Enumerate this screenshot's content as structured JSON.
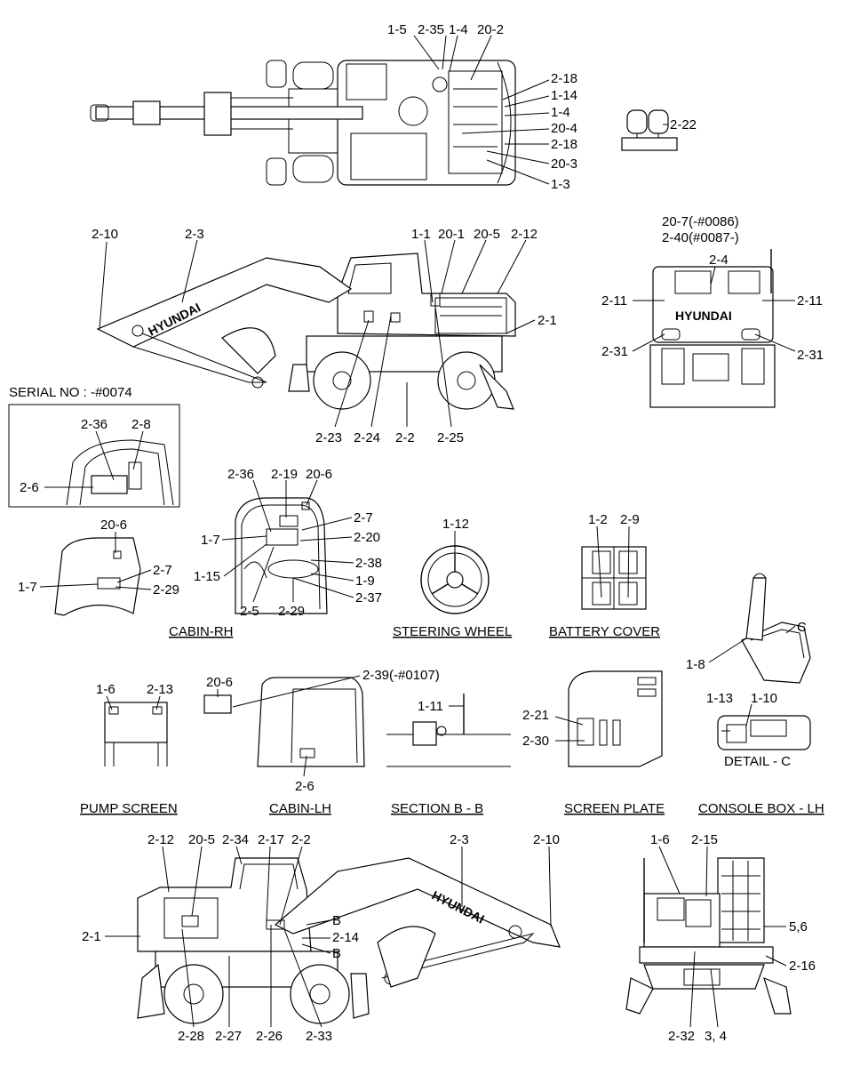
{
  "serial_box": {
    "title": "SERIAL NO : -#0074"
  },
  "captions": {
    "cabin_rh": "CABIN-RH",
    "steering_wheel": "STEERING WHEEL",
    "battery_cover": "BATTERY COVER",
    "pump_screen": "PUMP SCREEN",
    "cabin_lh": "CABIN-LH",
    "section_bb": "SECTION B - B",
    "screen_plate": "SCREEN PLATE",
    "console_box_lh": "CONSOLE BOX - LH",
    "detail_c": "DETAIL - C"
  },
  "brand": "HYUNDAI",
  "callouts": [
    {
      "id": "top-1-5",
      "text": "1-5"
    },
    {
      "id": "top-2-35",
      "text": "2-35"
    },
    {
      "id": "top-1-4a",
      "text": "1-4"
    },
    {
      "id": "top-20-2",
      "text": "20-2"
    },
    {
      "id": "top-2-18a",
      "text": "2-18"
    },
    {
      "id": "top-1-14",
      "text": "1-14"
    },
    {
      "id": "top-1-4b",
      "text": "1-4"
    },
    {
      "id": "top-20-4",
      "text": "20-4"
    },
    {
      "id": "top-2-18b",
      "text": "2-18"
    },
    {
      "id": "top-20-3",
      "text": "20-3"
    },
    {
      "id": "top-1-3",
      "text": "1-3"
    },
    {
      "id": "top-2-22",
      "text": "2-22"
    },
    {
      "id": "side-2-10",
      "text": "2-10"
    },
    {
      "id": "side-2-3",
      "text": "2-3"
    },
    {
      "id": "side-1-1",
      "text": "1-1"
    },
    {
      "id": "side-20-1",
      "text": "20-1"
    },
    {
      "id": "side-20-5",
      "text": "20-5"
    },
    {
      "id": "side-2-12",
      "text": "2-12"
    },
    {
      "id": "side-2-1",
      "text": "2-1"
    },
    {
      "id": "side-2-23",
      "text": "2-23"
    },
    {
      "id": "side-2-24",
      "text": "2-24"
    },
    {
      "id": "side-2-2",
      "text": "2-2"
    },
    {
      "id": "side-2-25",
      "text": "2-25"
    },
    {
      "id": "rear-20-7",
      "text": "20-7(-#0086)"
    },
    {
      "id": "rear-2-40",
      "text": "2-40(#0087-)"
    },
    {
      "id": "rear-2-4",
      "text": "2-4"
    },
    {
      "id": "rear-2-11a",
      "text": "2-11"
    },
    {
      "id": "rear-2-11b",
      "text": "2-11"
    },
    {
      "id": "rear-2-31a",
      "text": "2-31"
    },
    {
      "id": "rear-2-31b",
      "text": "2-31"
    },
    {
      "id": "ser-2-36",
      "text": "2-36"
    },
    {
      "id": "ser-2-8",
      "text": "2-8"
    },
    {
      "id": "ser-2-6",
      "text": "2-6"
    },
    {
      "id": "crh-20-6",
      "text": "20-6"
    },
    {
      "id": "crh-2-7",
      "text": "2-7"
    },
    {
      "id": "crh-1-7",
      "text": "1-7"
    },
    {
      "id": "crh-2-29",
      "text": "2-29"
    },
    {
      "id": "cab-2-36",
      "text": "2-36"
    },
    {
      "id": "cab-2-19",
      "text": "2-19"
    },
    {
      "id": "cab-20-6",
      "text": "20-6"
    },
    {
      "id": "cab-2-7",
      "text": "2-7"
    },
    {
      "id": "cab-1-7",
      "text": "1-7"
    },
    {
      "id": "cab-2-20",
      "text": "2-20"
    },
    {
      "id": "cab-2-38",
      "text": "2-38"
    },
    {
      "id": "cab-1-15",
      "text": "1-15"
    },
    {
      "id": "cab-1-9",
      "text": "1-9"
    },
    {
      "id": "cab-2-37",
      "text": "2-37"
    },
    {
      "id": "cab-2-5",
      "text": "2-5"
    },
    {
      "id": "cab-2-29",
      "text": "2-29"
    },
    {
      "id": "sw-1-12",
      "text": "1-12"
    },
    {
      "id": "bc-1-2",
      "text": "1-2"
    },
    {
      "id": "bc-2-9",
      "text": "2-9"
    },
    {
      "id": "con-c",
      "text": "C"
    },
    {
      "id": "con-1-8",
      "text": "1-8"
    },
    {
      "id": "con-1-13",
      "text": "1-13"
    },
    {
      "id": "con-1-10",
      "text": "1-10"
    },
    {
      "id": "ps-1-6",
      "text": "1-6"
    },
    {
      "id": "ps-2-13",
      "text": "2-13"
    },
    {
      "id": "clh-20-6",
      "text": "20-6"
    },
    {
      "id": "clh-2-39",
      "text": "2-39(-#0107)"
    },
    {
      "id": "clh-2-6",
      "text": "2-6"
    },
    {
      "id": "sb-1-11",
      "text": "1-11"
    },
    {
      "id": "sp-2-21",
      "text": "2-21"
    },
    {
      "id": "sp-2-30",
      "text": "2-30"
    },
    {
      "id": "bot-2-12",
      "text": "2-12"
    },
    {
      "id": "bot-20-5",
      "text": "20-5"
    },
    {
      "id": "bot-2-34",
      "text": "2-34"
    },
    {
      "id": "bot-2-17",
      "text": "2-17"
    },
    {
      "id": "bot-2-2",
      "text": "2-2"
    },
    {
      "id": "bot-2-3",
      "text": "2-3"
    },
    {
      "id": "bot-2-10",
      "text": "2-10"
    },
    {
      "id": "bot-b1",
      "text": "B"
    },
    {
      "id": "bot-2-14",
      "text": "2-14"
    },
    {
      "id": "bot-b2",
      "text": "B"
    },
    {
      "id": "bot-2-1",
      "text": "2-1"
    },
    {
      "id": "bot-2-28",
      "text": "2-28"
    },
    {
      "id": "bot-2-27",
      "text": "2-27"
    },
    {
      "id": "bot-2-26",
      "text": "2-26"
    },
    {
      "id": "bot-2-33",
      "text": "2-33"
    },
    {
      "id": "fr-1-6",
      "text": "1-6"
    },
    {
      "id": "fr-2-15",
      "text": "2-15"
    },
    {
      "id": "fr-5-6",
      "text": "5,6"
    },
    {
      "id": "fr-2-16",
      "text": "2-16"
    },
    {
      "id": "fr-2-32",
      "text": "2-32"
    },
    {
      "id": "fr-3-4",
      "text": "3, 4"
    }
  ]
}
